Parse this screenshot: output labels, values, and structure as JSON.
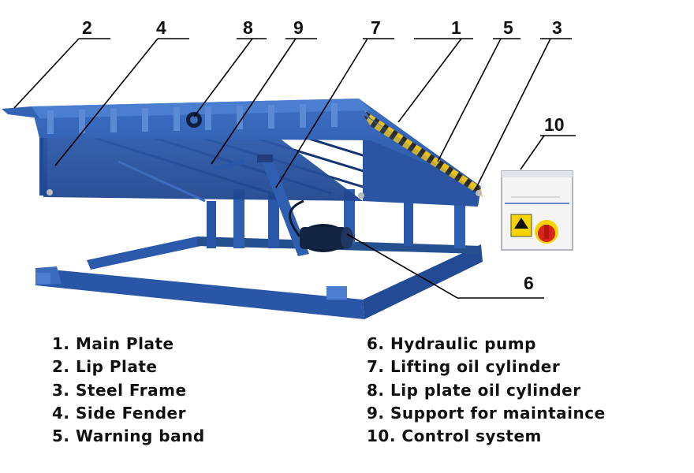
{
  "callouts": [
    "1",
    "2",
    "3",
    "4",
    "5",
    "6",
    "7",
    "8",
    "9",
    "10"
  ],
  "legend_left": [
    "1. Main Plate",
    "2. Lip Plate",
    "3. Steel Frame",
    "4. Side Fender",
    "5. Warning band"
  ],
  "legend_right": [
    "6. Hydraulic pump",
    "7. Lifting oil cylinder",
    "8. Lip plate oil cylinder",
    "9. Support for maintaince",
    "10. Control system"
  ],
  "colors": {
    "steel_blue": "#2f5fb0",
    "steel_dark": "#1d3f82",
    "steel_light": "#4a7fd0",
    "warning_yellow": "#e8c21a",
    "control_box": "#f4f4f4",
    "switch_red": "#d8231e"
  }
}
